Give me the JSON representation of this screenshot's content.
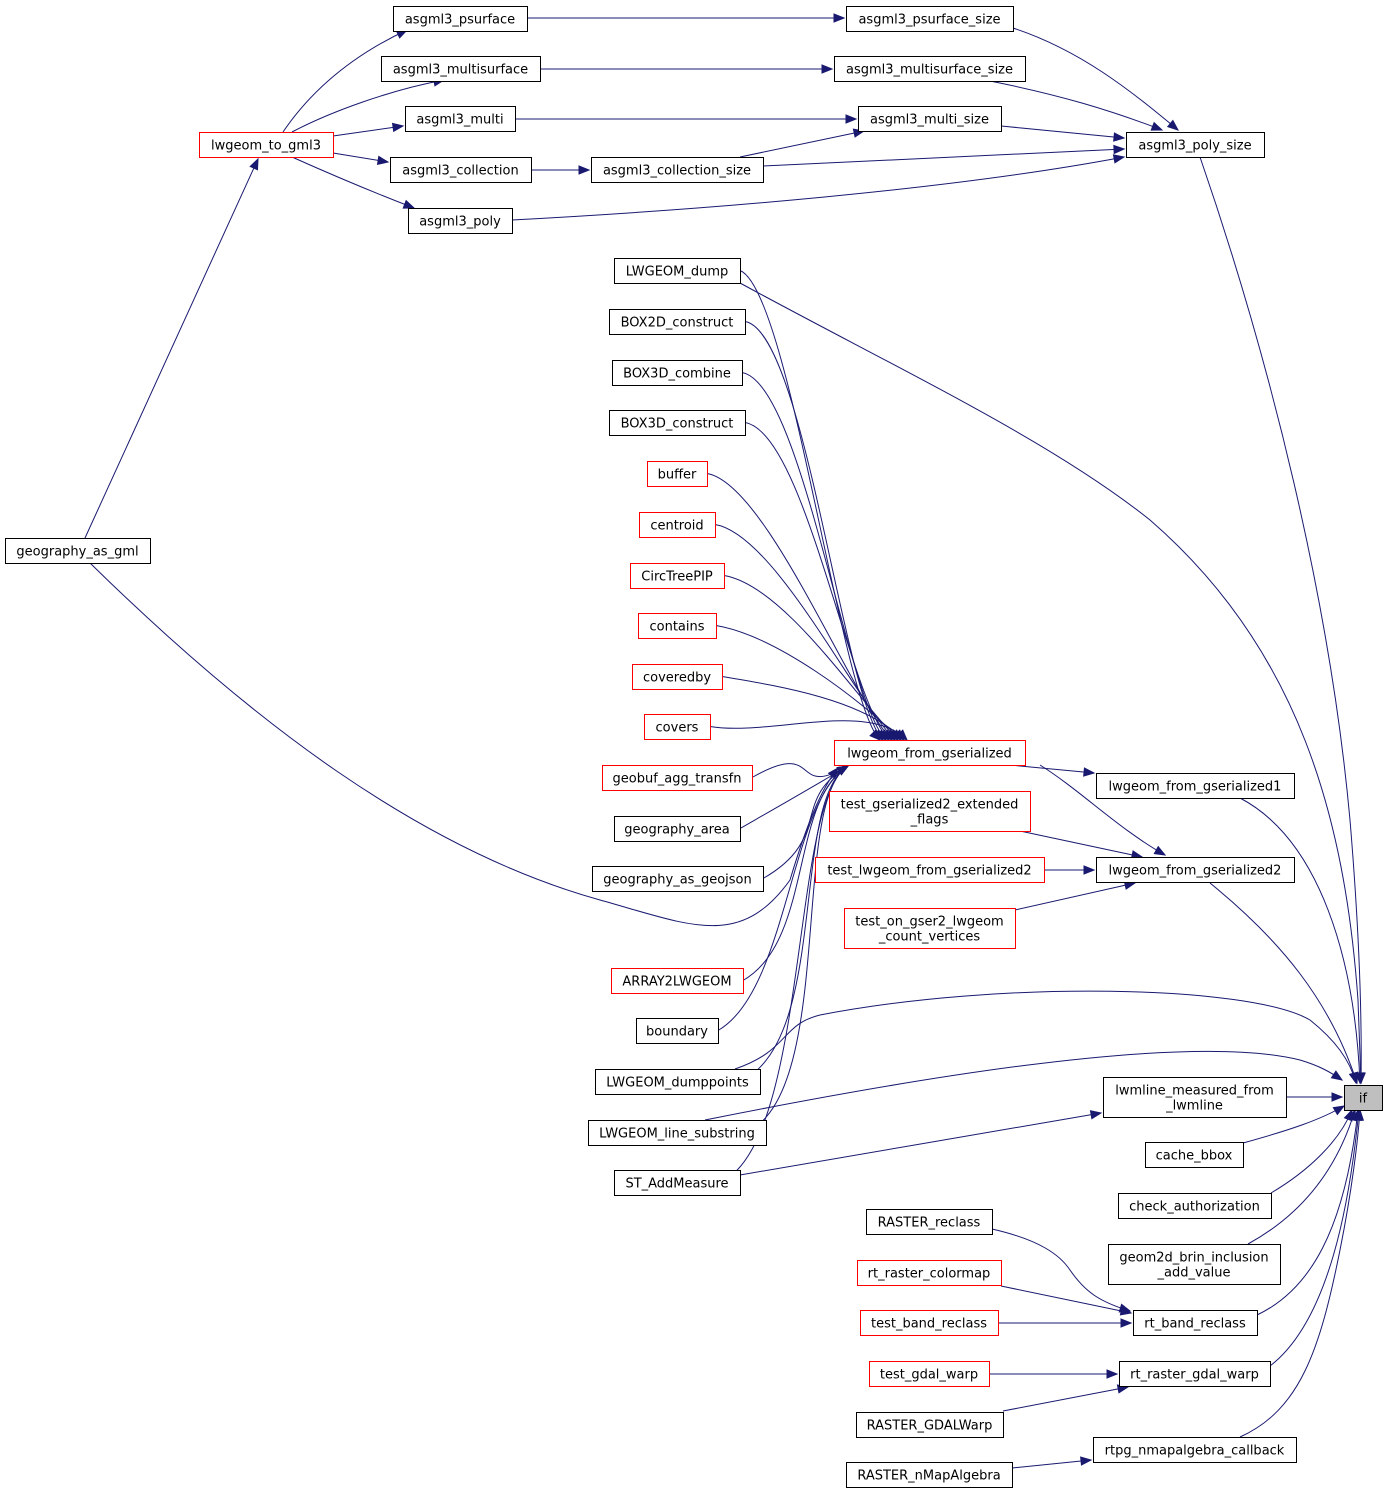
{
  "nodes": {
    "asgml3_psurface": {
      "label": [
        "asgml3_psurface"
      ],
      "style": "normal"
    },
    "asgml3_psurface_size": {
      "label": [
        "asgml3_psurface_size"
      ],
      "style": "normal"
    },
    "asgml3_multisurface": {
      "label": [
        "asgml3_multisurface"
      ],
      "style": "normal"
    },
    "asgml3_multisurface_size": {
      "label": [
        "asgml3_multisurface_size"
      ],
      "style": "normal"
    },
    "asgml3_multi": {
      "label": [
        "asgml3_multi"
      ],
      "style": "normal"
    },
    "asgml3_multi_size": {
      "label": [
        "asgml3_multi_size"
      ],
      "style": "normal"
    },
    "lwgeom_to_gml3": {
      "label": [
        "lwgeom_to_gml3"
      ],
      "style": "red"
    },
    "asgml3_collection": {
      "label": [
        "asgml3_collection"
      ],
      "style": "normal"
    },
    "asgml3_collection_size": {
      "label": [
        "asgml3_collection_size"
      ],
      "style": "normal"
    },
    "asgml3_poly_size": {
      "label": [
        "asgml3_poly_size"
      ],
      "style": "normal"
    },
    "asgml3_poly": {
      "label": [
        "asgml3_poly"
      ],
      "style": "normal"
    },
    "LWGEOM_dump": {
      "label": [
        "LWGEOM_dump"
      ],
      "style": "normal"
    },
    "BOX2D_construct": {
      "label": [
        "BOX2D_construct"
      ],
      "style": "normal"
    },
    "BOX3D_combine": {
      "label": [
        "BOX3D_combine"
      ],
      "style": "normal"
    },
    "BOX3D_construct": {
      "label": [
        "BOX3D_construct"
      ],
      "style": "normal"
    },
    "buffer": {
      "label": [
        "buffer"
      ],
      "style": "red"
    },
    "centroid": {
      "label": [
        "centroid"
      ],
      "style": "red"
    },
    "CircTreePIP": {
      "label": [
        "CircTreePIP"
      ],
      "style": "red"
    },
    "contains": {
      "label": [
        "contains"
      ],
      "style": "red"
    },
    "coveredby": {
      "label": [
        "coveredby"
      ],
      "style": "red"
    },
    "covers": {
      "label": [
        "covers"
      ],
      "style": "red"
    },
    "geobuf_agg_transfn": {
      "label": [
        "geobuf_agg_transfn"
      ],
      "style": "red"
    },
    "geography_area": {
      "label": [
        "geography_area"
      ],
      "style": "normal"
    },
    "geography_as_geojson": {
      "label": [
        "geography_as_geojson"
      ],
      "style": "normal"
    },
    "geography_as_gml": {
      "label": [
        "geography_as_gml"
      ],
      "style": "normal"
    },
    "ARRAY2LWGEOM": {
      "label": [
        "ARRAY2LWGEOM"
      ],
      "style": "red"
    },
    "boundary": {
      "label": [
        "boundary"
      ],
      "style": "normal"
    },
    "LWGEOM_dumppoints": {
      "label": [
        "LWGEOM_dumppoints"
      ],
      "style": "normal"
    },
    "LWGEOM_line_substring": {
      "label": [
        "LWGEOM_line_substring"
      ],
      "style": "normal"
    },
    "ST_AddMeasure": {
      "label": [
        "ST_AddMeasure"
      ],
      "style": "normal"
    },
    "lwgeom_from_gserialized": {
      "label": [
        "lwgeom_from_gserialized"
      ],
      "style": "red"
    },
    "test_gserialized2_extended_flags": {
      "label": [
        "test_gserialized2_extended",
        "_flags"
      ],
      "style": "red"
    },
    "test_lwgeom_from_gserialized2": {
      "label": [
        "test_lwgeom_from_gserialized2"
      ],
      "style": "red"
    },
    "test_on_gser2_lwgeom_count_vertices": {
      "label": [
        "test_on_gser2_lwgeom",
        "_count_vertices"
      ],
      "style": "red"
    },
    "lwgeom_from_gserialized1": {
      "label": [
        "lwgeom_from_gserialized1"
      ],
      "style": "normal"
    },
    "lwgeom_from_gserialized2": {
      "label": [
        "lwgeom_from_gserialized2"
      ],
      "style": "normal"
    },
    "lwmline_measured_from_lwmline": {
      "label": [
        "lwmline_measured_from",
        "_lwmline"
      ],
      "style": "normal"
    },
    "cache_bbox": {
      "label": [
        "cache_bbox"
      ],
      "style": "normal"
    },
    "check_authorization": {
      "label": [
        "check_authorization"
      ],
      "style": "normal"
    },
    "geom2d_brin_inclusion_add_value": {
      "label": [
        "geom2d_brin_inclusion",
        "_add_value"
      ],
      "style": "normal"
    },
    "RASTER_reclass": {
      "label": [
        "RASTER_reclass"
      ],
      "style": "normal"
    },
    "rt_raster_colormap": {
      "label": [
        "rt_raster_colormap"
      ],
      "style": "red"
    },
    "test_band_reclass": {
      "label": [
        "test_band_reclass"
      ],
      "style": "red"
    },
    "rt_band_reclass": {
      "label": [
        "rt_band_reclass"
      ],
      "style": "normal"
    },
    "test_gdal_warp": {
      "label": [
        "test_gdal_warp"
      ],
      "style": "red"
    },
    "rt_raster_gdal_warp": {
      "label": [
        "rt_raster_gdal_warp"
      ],
      "style": "normal"
    },
    "RASTER_GDALWarp": {
      "label": [
        "RASTER_GDALWarp"
      ],
      "style": "normal"
    },
    "RASTER_nMapAlgebra": {
      "label": [
        "RASTER_nMapAlgebra"
      ],
      "style": "normal"
    },
    "rtpg_nmapalgebra_callback": {
      "label": [
        "rtpg_nmapalgebra_callback"
      ],
      "style": "normal"
    },
    "if": {
      "label": [
        "if"
      ],
      "style": "focus"
    }
  },
  "edges": [
    [
      "lwgeom_to_gml3",
      "asgml3_psurface"
    ],
    [
      "lwgeom_to_gml3",
      "asgml3_multisurface"
    ],
    [
      "lwgeom_to_gml3",
      "asgml3_multi"
    ],
    [
      "lwgeom_to_gml3",
      "asgml3_collection"
    ],
    [
      "lwgeom_to_gml3",
      "asgml3_poly"
    ],
    [
      "geography_as_gml",
      "lwgeom_to_gml3"
    ],
    [
      "asgml3_psurface",
      "asgml3_psurface_size"
    ],
    [
      "asgml3_multisurface",
      "asgml3_multisurface_size"
    ],
    [
      "asgml3_multi",
      "asgml3_multi_size"
    ],
    [
      "asgml3_collection",
      "asgml3_collection_size"
    ],
    [
      "asgml3_collection_size",
      "asgml3_multi_size"
    ],
    [
      "asgml3_psurface_size",
      "asgml3_poly_size"
    ],
    [
      "asgml3_multisurface_size",
      "asgml3_poly_size"
    ],
    [
      "asgml3_multi_size",
      "asgml3_poly_size"
    ],
    [
      "asgml3_collection_size",
      "asgml3_poly_size"
    ],
    [
      "asgml3_poly",
      "asgml3_poly_size"
    ],
    [
      "asgml3_poly_size",
      "if"
    ],
    [
      "LWGEOM_dump",
      "lwgeom_from_gserialized"
    ],
    [
      "LWGEOM_dump",
      "if"
    ],
    [
      "BOX2D_construct",
      "lwgeom_from_gserialized"
    ],
    [
      "BOX3D_combine",
      "lwgeom_from_gserialized"
    ],
    [
      "BOX3D_construct",
      "lwgeom_from_gserialized"
    ],
    [
      "buffer",
      "lwgeom_from_gserialized"
    ],
    [
      "centroid",
      "lwgeom_from_gserialized"
    ],
    [
      "CircTreePIP",
      "lwgeom_from_gserialized"
    ],
    [
      "contains",
      "lwgeom_from_gserialized"
    ],
    [
      "coveredby",
      "lwgeom_from_gserialized"
    ],
    [
      "covers",
      "lwgeom_from_gserialized"
    ],
    [
      "geobuf_agg_transfn",
      "lwgeom_from_gserialized"
    ],
    [
      "geography_area",
      "lwgeom_from_gserialized"
    ],
    [
      "geography_as_geojson",
      "lwgeom_from_gserialized"
    ],
    [
      "geography_as_gml",
      "lwgeom_from_gserialized"
    ],
    [
      "ARRAY2LWGEOM",
      "lwgeom_from_gserialized"
    ],
    [
      "boundary",
      "lwgeom_from_gserialized"
    ],
    [
      "LWGEOM_dumppoints",
      "lwgeom_from_gserialized"
    ],
    [
      "LWGEOM_dumppoints",
      "if"
    ],
    [
      "LWGEOM_line_substring",
      "lwgeom_from_gserialized"
    ],
    [
      "LWGEOM_line_substring",
      "if"
    ],
    [
      "ST_AddMeasure",
      "lwgeom_from_gserialized"
    ],
    [
      "ST_AddMeasure",
      "lwmline_measured_from_lwmline"
    ],
    [
      "lwgeom_from_gserialized",
      "lwgeom_from_gserialized1"
    ],
    [
      "lwgeom_from_gserialized",
      "lwgeom_from_gserialized2"
    ],
    [
      "test_gserialized2_extended_flags",
      "lwgeom_from_gserialized2"
    ],
    [
      "test_lwgeom_from_gserialized2",
      "lwgeom_from_gserialized2"
    ],
    [
      "test_on_gser2_lwgeom_count_vertices",
      "lwgeom_from_gserialized2"
    ],
    [
      "lwgeom_from_gserialized1",
      "if"
    ],
    [
      "lwgeom_from_gserialized2",
      "if"
    ],
    [
      "lwmline_measured_from_lwmline",
      "if"
    ],
    [
      "cache_bbox",
      "if"
    ],
    [
      "check_authorization",
      "if"
    ],
    [
      "geom2d_brin_inclusion_add_value",
      "if"
    ],
    [
      "RASTER_reclass",
      "rt_band_reclass"
    ],
    [
      "rt_raster_colormap",
      "rt_band_reclass"
    ],
    [
      "test_band_reclass",
      "rt_band_reclass"
    ],
    [
      "rt_band_reclass",
      "if"
    ],
    [
      "test_gdal_warp",
      "rt_raster_gdal_warp"
    ],
    [
      "RASTER_GDALWarp",
      "rt_raster_gdal_warp"
    ],
    [
      "rt_raster_gdal_warp",
      "if"
    ],
    [
      "RASTER_nMapAlgebra",
      "rtpg_nmapalgebra_callback"
    ],
    [
      "rtpg_nmapalgebra_callback",
      "if"
    ]
  ],
  "colors": {
    "edge": "#191970",
    "red_border": "#ff0000",
    "focus_fill": "#bfbfbf"
  }
}
